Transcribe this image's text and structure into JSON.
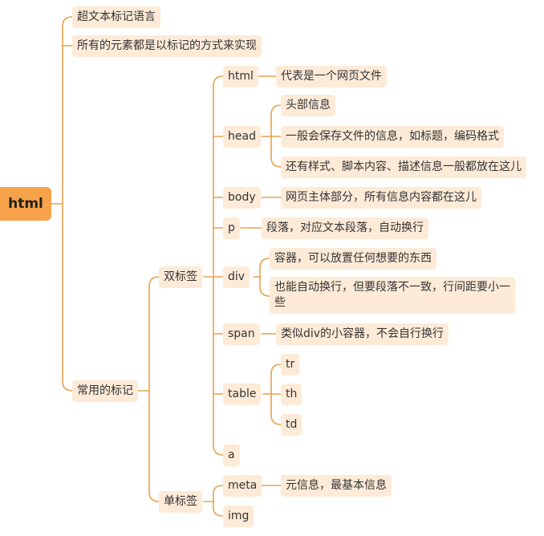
{
  "root": "html",
  "nodes": {
    "n_hyper": "超文本标记语言",
    "n_all": "所有的元素都是以标记的方式来实现",
    "n_common": "常用的标记",
    "n_double": "双标签",
    "n_single": "单标签",
    "t_html": "html",
    "t_html_d": "代表是一个网页文件",
    "t_head": "head",
    "t_head_1": "头部信息",
    "t_head_2": "一般会保存文件的信息，如标题，编码格式",
    "t_head_3": "还有样式、脚本内容、描述信息一般都放在这儿",
    "t_body": "body",
    "t_body_d": "网页主体部分，所有信息内容都在这儿",
    "t_p": "p",
    "t_p_d": "段落，对应文本段落，自动换行",
    "t_div": "div",
    "t_div_1": "容器，可以放置任何想要的东西",
    "t_div_2": "也能自动换行，但要段落不一致，行间距要小一些",
    "t_span": "span",
    "t_span_d": "类似div的小容器，不会自行换行",
    "t_table": "table",
    "t_tr": "tr",
    "t_th": "th",
    "t_td": "td",
    "t_a": "a",
    "t_meta": "meta",
    "t_meta_d": "元信息，最基本信息",
    "t_img": "img"
  },
  "colors": {
    "line": "#e8a24e",
    "node_fill": "#fdebd8",
    "root_fill": "#f5a24b"
  }
}
